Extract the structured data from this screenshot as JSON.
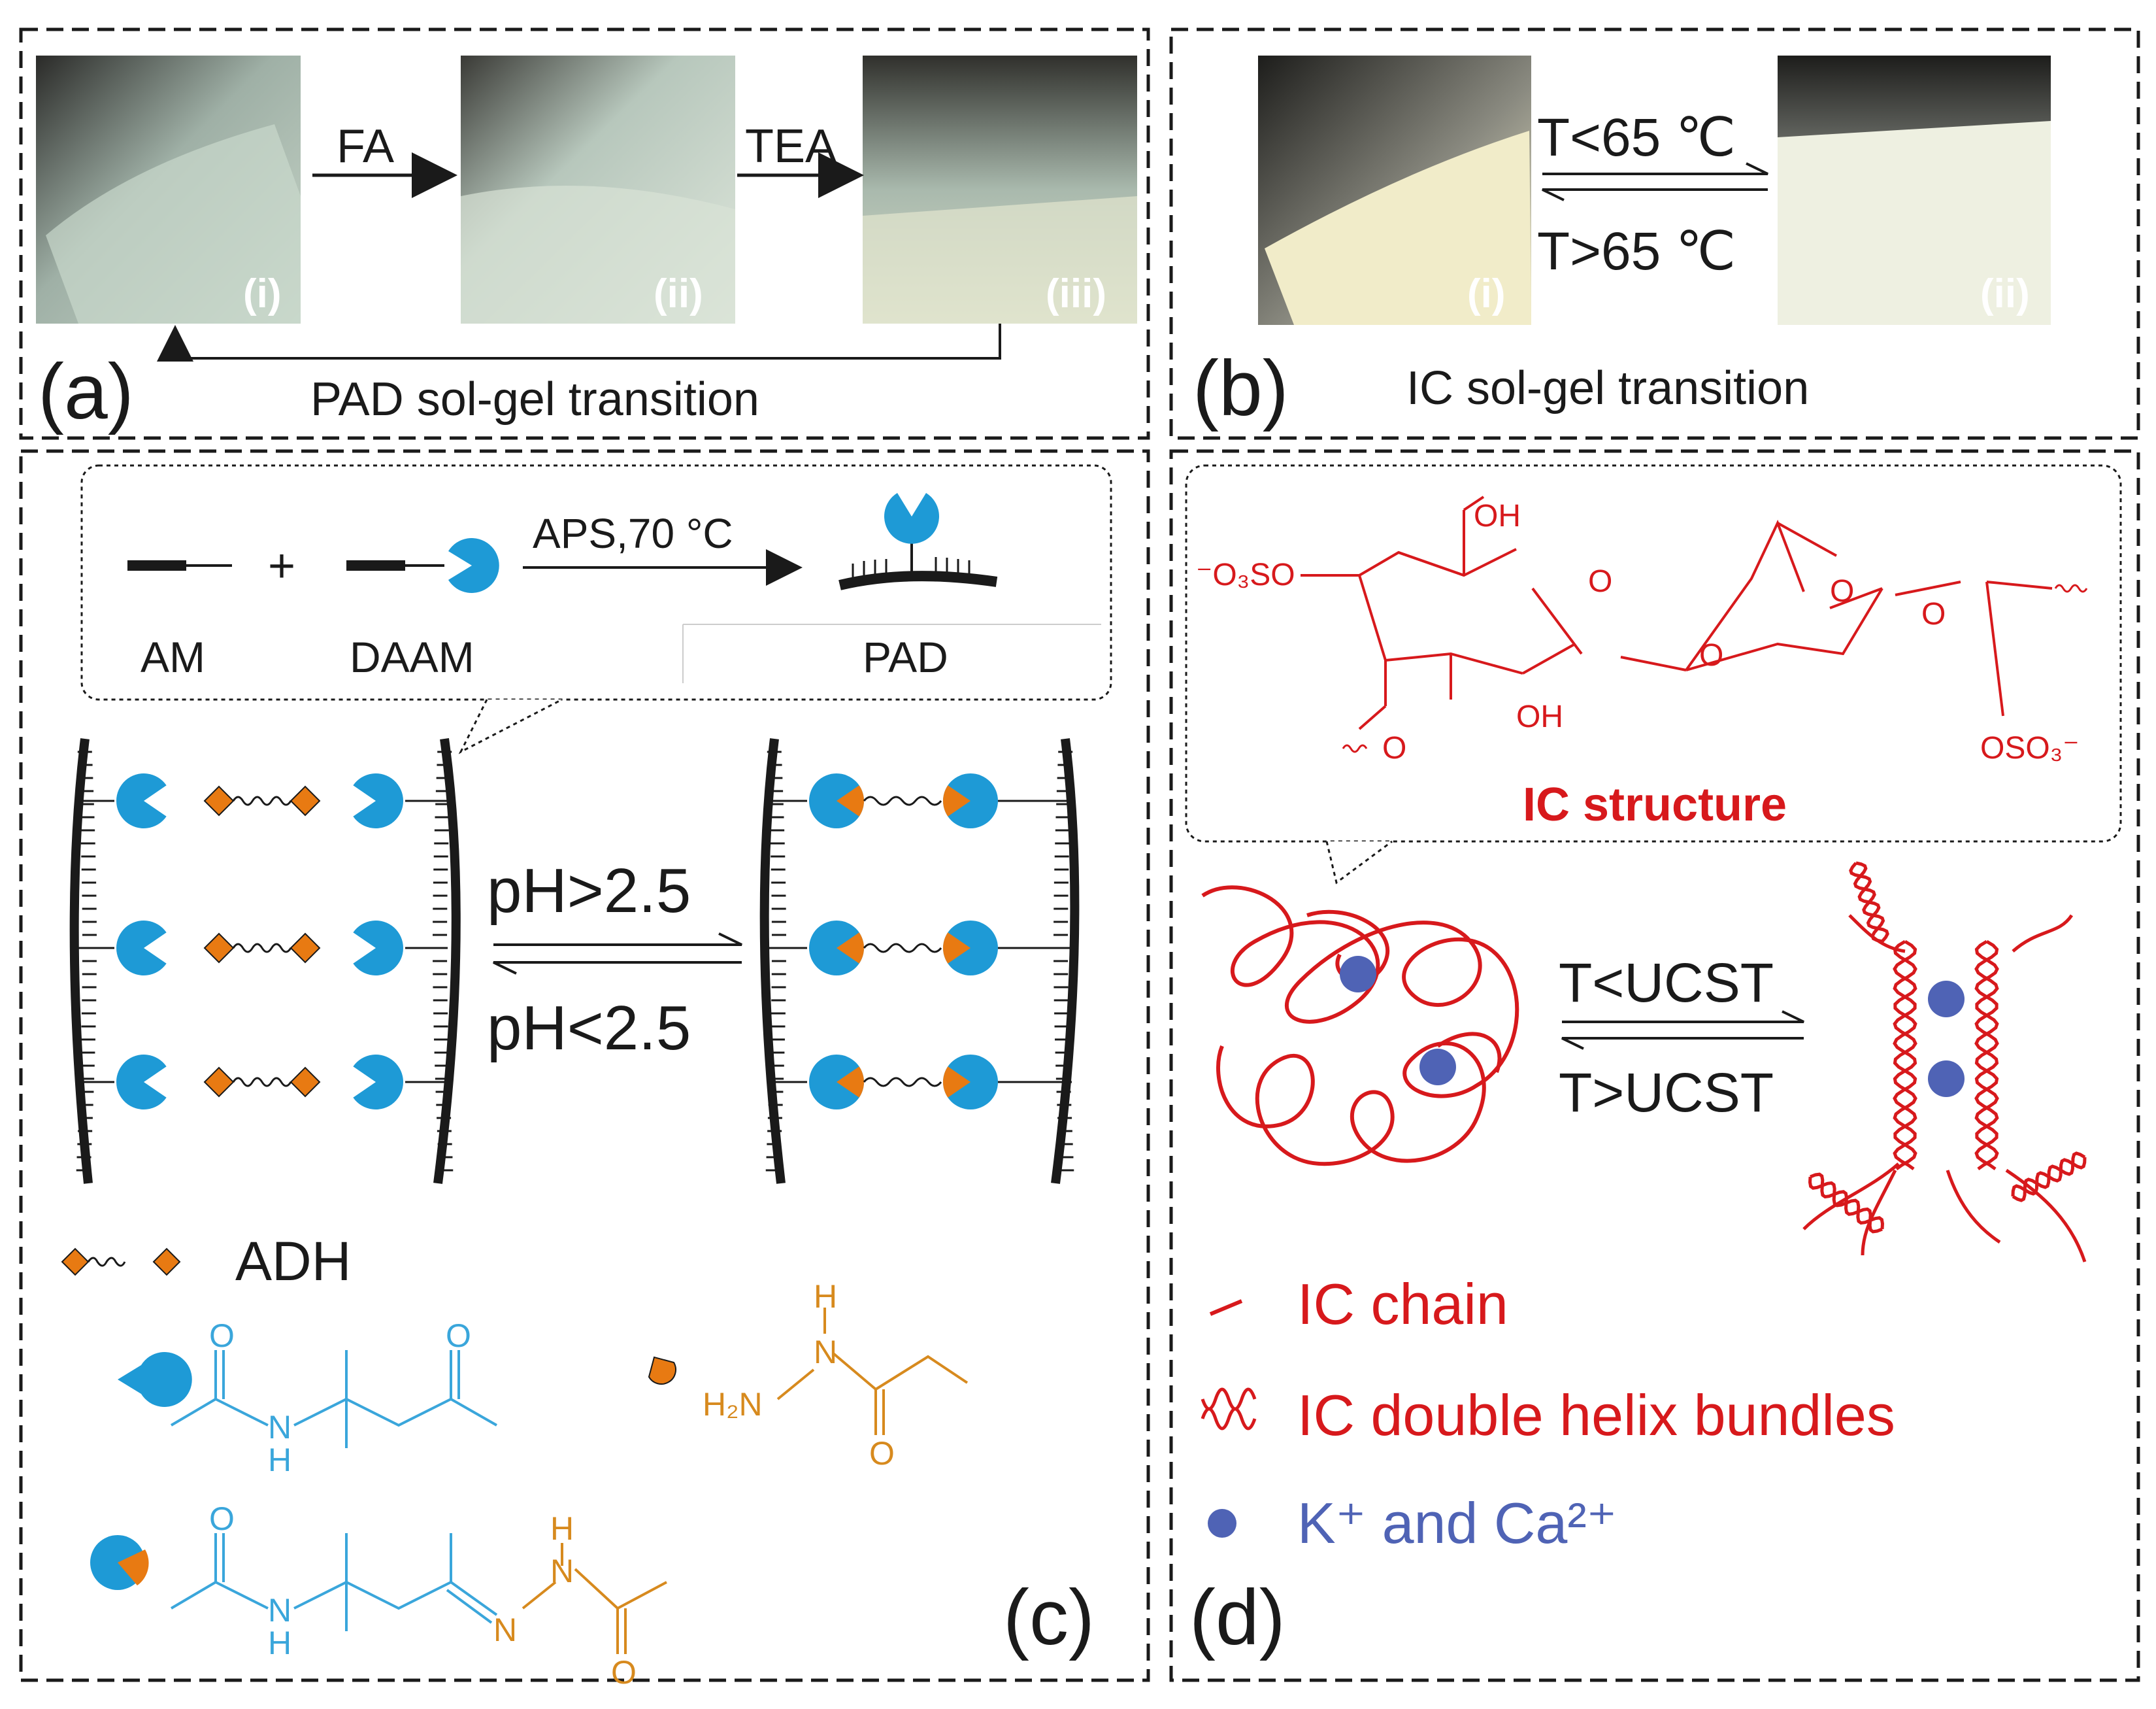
{
  "panel_a": {
    "label": "(a)",
    "caption": "PAD sol-gel transition",
    "photos": [
      "(i)",
      "(ii)",
      "(iii)"
    ],
    "arrow1": "FA",
    "arrow2": "TEA"
  },
  "panel_b": {
    "label": "(b)",
    "caption": "IC sol-gel transition",
    "photos": [
      "(i)",
      "(ii)"
    ],
    "cond_top": "T<65 ℃",
    "cond_bottom": "T>65 ℃"
  },
  "panel_c": {
    "label": "(c)",
    "reaction": {
      "am": "AM",
      "plus": "+",
      "daam": "DAAM",
      "conditions": "APS,70 °C",
      "product": "PAD"
    },
    "cond_top": "pH>2.5",
    "cond_bottom": "pH<2.5",
    "legend_adh": "ADH",
    "chem": {
      "o": "O",
      "n": "N",
      "nh": "NH",
      "h": "H",
      "h2n": "H₂N"
    }
  },
  "panel_d": {
    "label": "(d)",
    "structure_title": "IC structure",
    "chem": {
      "oh_top": "OH",
      "oh_mid": "OH",
      "o": "O",
      "o3so": "⁻O₃SO",
      "oso3": "OSO₃⁻"
    },
    "cond_top": "T<UCST",
    "cond_bottom": "T>UCST",
    "legend": {
      "chain": "IC chain",
      "helix": "IC double helix bundles",
      "ions": "K⁺ and Ca²⁺"
    }
  },
  "colors": {
    "red": "#D7191C",
    "blue": "#1E9AD6",
    "orange": "#E87A12",
    "ion": "#4F63B5",
    "dark": "#1A1A1A",
    "teal_chem": "#3AA6DB",
    "orange_chem": "#D78A1E"
  }
}
